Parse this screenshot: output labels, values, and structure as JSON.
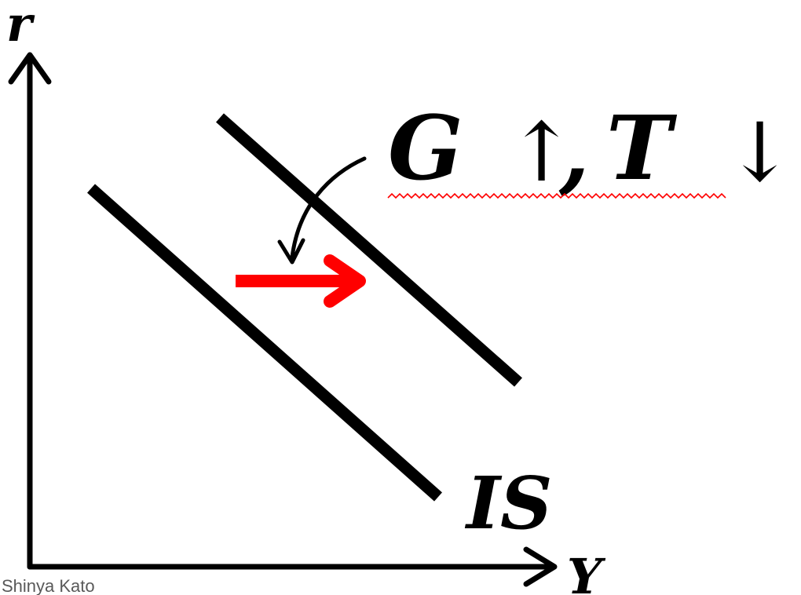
{
  "axes": {
    "y_label": "r",
    "x_label": "Y"
  },
  "curves": {
    "is_label": "IS"
  },
  "annotation": {
    "g_symbol": "G",
    "up_arrow": "↑",
    "comma": ",",
    "t_symbol": "T",
    "down_arrow": "↓"
  },
  "credit": "Shinya Kato",
  "colors": {
    "ink": "#000000",
    "shift_arrow": "#ff0000",
    "spellcheck_underline": "#ff0000"
  },
  "icons": {
    "shift_arrow": "right-arrow-icon",
    "pointer": "curved-arrow-icon"
  }
}
